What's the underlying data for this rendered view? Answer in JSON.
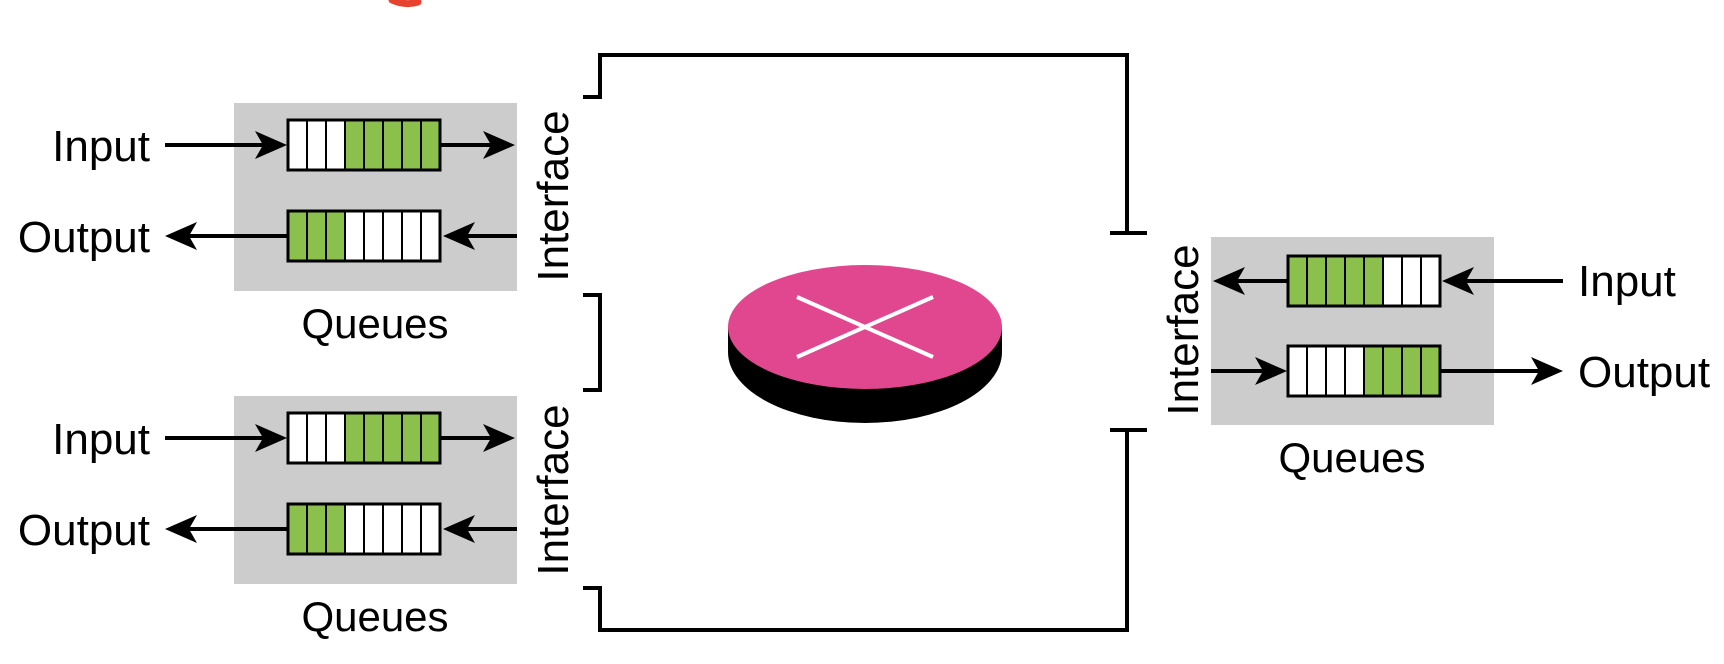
{
  "colors": {
    "queue_panel": "#cccccc",
    "slot_filled": "#8cc04c",
    "slot_empty": "#ffffff",
    "router_top": "#e0478f",
    "router_side": "#000000",
    "router_cross": "#ffffff",
    "top_partial_glyph": "#e8422e"
  },
  "icons": {
    "router": "router-switch-icon",
    "arrow": "arrow-icon"
  },
  "labels": {
    "input": "Input",
    "output": "Output",
    "interface": "Interface",
    "queues": "Queues"
  },
  "ports": [
    {
      "side": "left",
      "input_queue": {
        "slots": 8,
        "filled": 5,
        "filled_end": "right"
      },
      "output_queue": {
        "slots": 8,
        "filled": 3,
        "filled_end": "left"
      }
    },
    {
      "side": "left",
      "input_queue": {
        "slots": 8,
        "filled": 5,
        "filled_end": "right"
      },
      "output_queue": {
        "slots": 8,
        "filled": 3,
        "filled_end": "left"
      }
    },
    {
      "side": "right",
      "input_queue": {
        "slots": 8,
        "filled": 5,
        "filled_end": "left"
      },
      "output_queue": {
        "slots": 8,
        "filled": 4,
        "filled_end": "right"
      }
    }
  ]
}
